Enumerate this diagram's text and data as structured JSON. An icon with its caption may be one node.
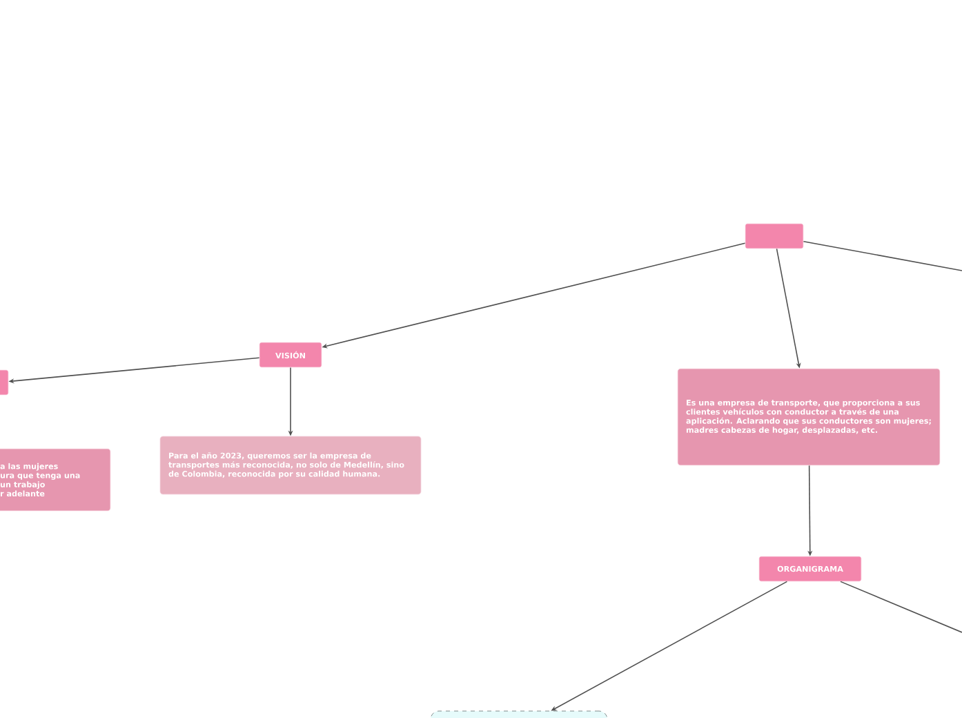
{
  "diagram": {
    "nodes": [
      {
        "text": [],
        "shape": "box"
      },
      {
        "text": [
          "VISIÓN"
        ]
      },
      {
        "text": [],
        "shape": "box"
      },
      {
        "text": [
          "Es una empresa de transporte, que proporciona a sus clientes vehículos con conductor a través de una aplicación. Aclarando que sus conductores son mujeres; madres cabezas de hogar, desplazadas, etc."
        ]
      },
      {
        "text": [
          "Para el año 2023, queremos ser la empresa de transportes más reconocida, no solo de Medellín, sino de Colombia, reconocida por su calidad humana."
        ]
      },
      {
        "text": [
          "a las mujeres",
          "ura que tenga una",
          "un trabajo",
          "r adelante"
        ]
      },
      {
        "text": [
          "ORGANIGRAMA"
        ]
      },
      {
        "text": [],
        "shape": "box"
      }
    ],
    "edges": [
      {
        "from": 0,
        "to": 1,
        "arrow": "to"
      },
      {
        "from": 0,
        "to": 3,
        "arrow": "to"
      },
      {
        "from": 0,
        "to": null,
        "arrow": "none"
      },
      {
        "from": 1,
        "to": 2,
        "arrow": "to"
      },
      {
        "from": 1,
        "to": 4,
        "arrow": "to"
      },
      {
        "from": 3,
        "to": 6,
        "arrow": "to"
      },
      {
        "from": 6,
        "to": 7,
        "arrow": "to"
      },
      {
        "from": 6,
        "to": null,
        "arrow": "none"
      }
    ]
  }
}
